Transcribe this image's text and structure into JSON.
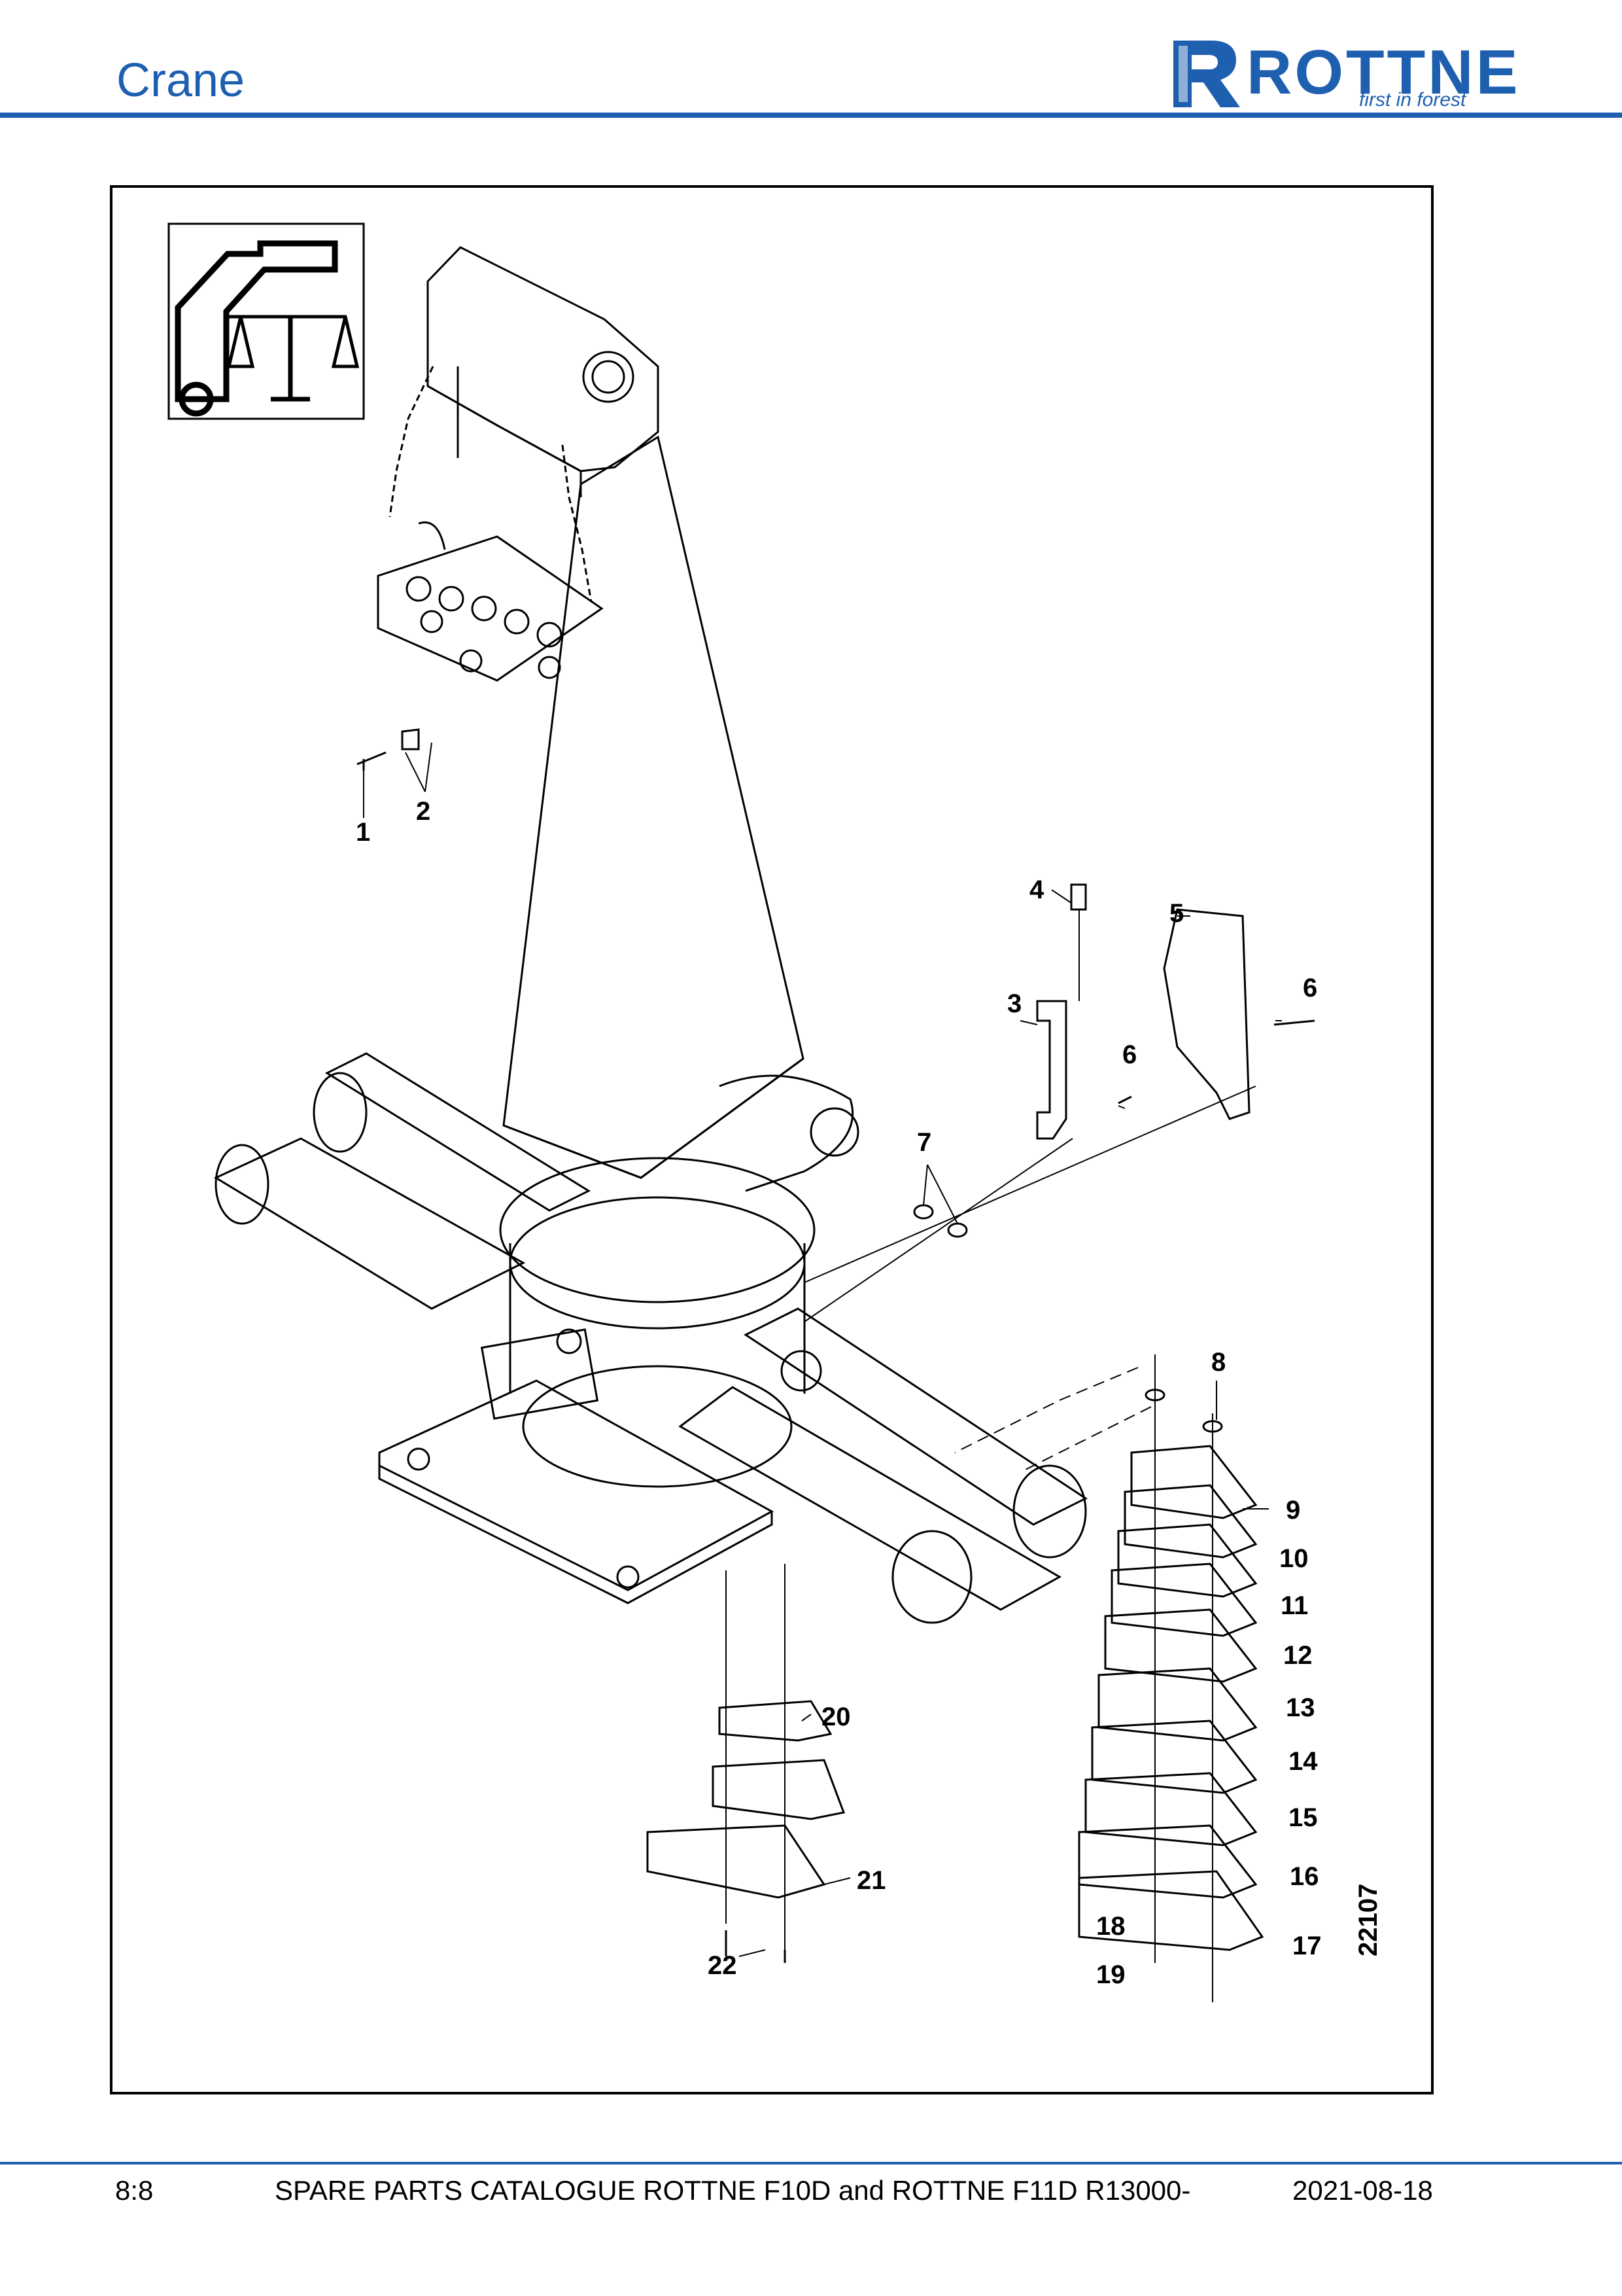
{
  "header": {
    "title": "Crane",
    "brand": "ROTTNE",
    "tagline": "first in forest",
    "accent_color": "#1f5fb0"
  },
  "figure": {
    "number": "22107",
    "inset_icon": "crane-balance-icon",
    "callouts": [
      "1",
      "2",
      "3",
      "4",
      "5",
      "6",
      "6",
      "7",
      "8",
      "9",
      "10",
      "11",
      "12",
      "13",
      "14",
      "15",
      "16",
      "17",
      "18",
      "19",
      "20",
      "21",
      "22"
    ]
  },
  "footer": {
    "page": "8:8",
    "document": "SPARE PARTS CATALOGUE ROTTNE F10D and ROTTNE F11D R13000-",
    "date": "2021-08-18"
  }
}
